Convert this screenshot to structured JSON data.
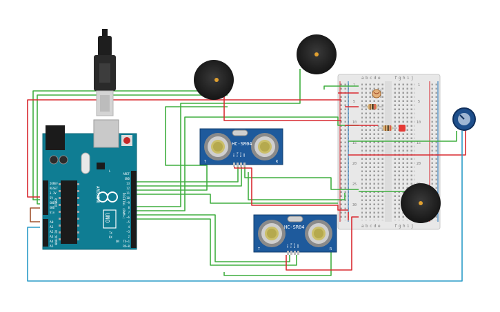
{
  "arduino": {
    "brand": "ARDUINO",
    "model": "UNO",
    "power_pins": [
      "IOREF",
      "RESET",
      "3.3V",
      "5V",
      "GND",
      "GND",
      "Vin"
    ],
    "analog_pins": [
      "A0",
      "A1",
      "A2",
      "A3",
      "A4",
      "A5"
    ],
    "digital_header_labels": [
      "AREF",
      "GND",
      "13",
      "12",
      "~11",
      "~10",
      "~9",
      "8",
      "7",
      "~6",
      "~5",
      "4",
      "~3",
      "2",
      "TX→1",
      "RX←0"
    ],
    "side_labels": [
      "DIGITAL (PWM~)",
      "ANALOG IN",
      "POWER"
    ],
    "led_labels": [
      "L",
      "TX",
      "RX",
      "ON"
    ]
  },
  "sensors": [
    {
      "label": "HC-SR04",
      "pin_labels": [
        "VCC",
        "Trig",
        "Echo",
        "GND"
      ],
      "corner_labels": [
        "T",
        "R"
      ]
    },
    {
      "label": "HC-SR04",
      "pin_labels": [
        "VCC",
        "Trig",
        "Echo",
        "GND"
      ],
      "corner_labels": [
        "T",
        "R"
      ]
    }
  ],
  "breadboard": {
    "column_labels_left": [
      "a",
      "b",
      "c",
      "d",
      "e"
    ],
    "column_labels_right": [
      "f",
      "g",
      "h",
      "i",
      "j"
    ],
    "row_numbers": [
      "1",
      "5",
      "10",
      "15",
      "20",
      "25",
      "30"
    ]
  },
  "colors": {
    "wire_green": "#3fae3f",
    "wire_red": "#d9282f",
    "wire_blue": "#2a9bc7",
    "wire_brown": "#a0522d",
    "board_teal": "#0f7d93",
    "sensor_blue": "#1e5a9c",
    "buzzer": "#222222",
    "breadboard": "#ececec"
  }
}
